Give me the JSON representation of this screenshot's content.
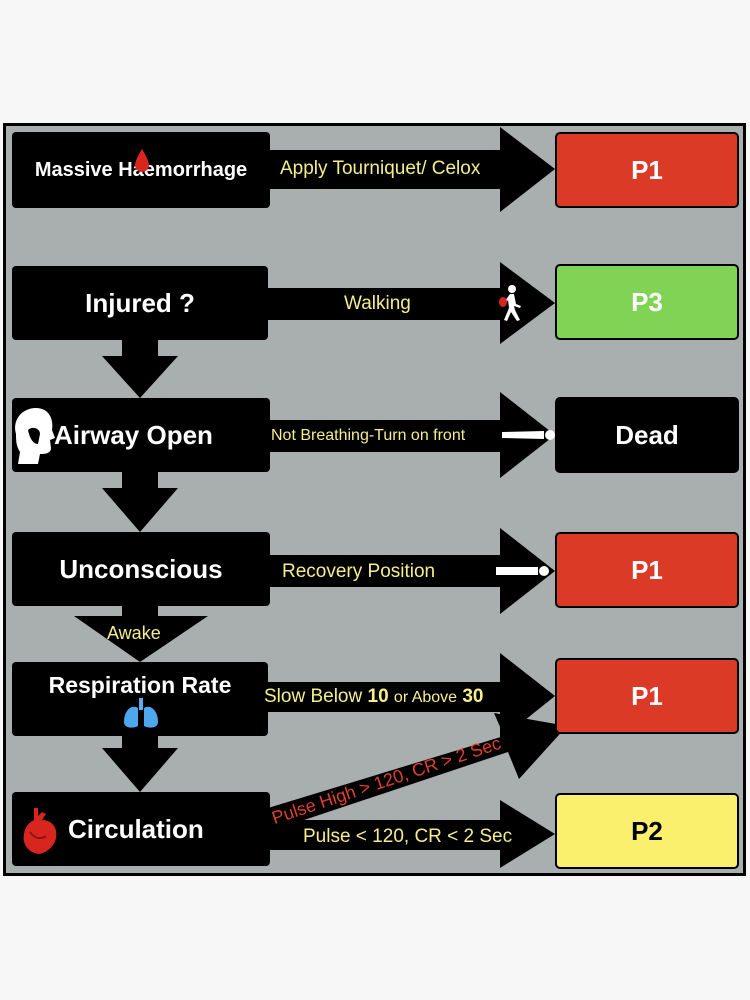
{
  "steps": {
    "massive_haemorrhage": "Massive Haemorrhage",
    "injured": "Injured ?",
    "airway_open": "Airway Open",
    "unconscious": "Unconscious",
    "respiration_rate": "Respiration Rate",
    "circulation": "Circulation"
  },
  "actions": {
    "tourniquet": "Apply Tourniquet/ Celox",
    "walking": "Walking",
    "not_breathing": "Not Breathing-Turn on front",
    "recovery": "Recovery Position",
    "awake": "Awake",
    "slow_prefix": "Slow Below",
    "slow_low": "10",
    "slow_mid": "or Above",
    "slow_high": "30",
    "pulse_high": "Pulse High > 120, CR > 2 Sec",
    "pulse_low": "Pulse < 120, CR < 2 Sec"
  },
  "results": {
    "r1": "P1",
    "r2": "P3",
    "r3": "Dead",
    "r4": "P1",
    "r5": "P1",
    "r6": "P2"
  },
  "colors": {
    "p1": "#db3a27",
    "p2": "#fbef6e",
    "p3": "#80d354",
    "dead": "#000000",
    "label": "#f6ee8c",
    "warning": "#e0402c"
  },
  "icons": [
    "blood-drop-icon",
    "walking-person-icon",
    "head-profile-icon",
    "lying-person-icon",
    "lungs-icon",
    "heart-icon"
  ]
}
